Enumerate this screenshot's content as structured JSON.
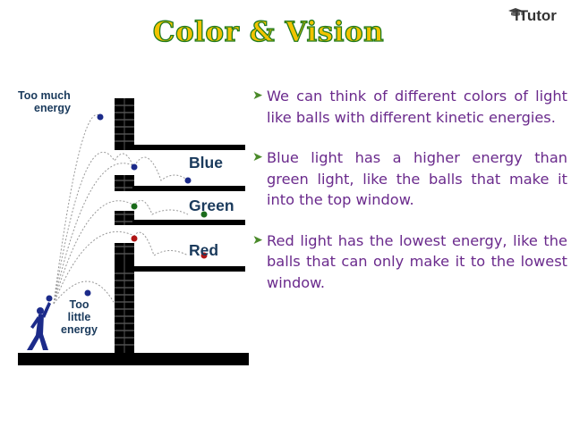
{
  "title": "Color & Vision",
  "logo": "iTutor",
  "diagram": {
    "too_much_line1": "Too much",
    "too_much_line2": "energy",
    "blue": "Blue",
    "green": "Green",
    "red": "Red",
    "too_little_line1": "Too",
    "too_little_line2": "little",
    "too_little_line3": "energy"
  },
  "bullets": [
    "We can think of different colors of light like balls with different kinetic energies.",
    "Blue light has a higher energy than green light, like the balls that make it into the top window.",
    "Red light has the lowest energy, like the balls that can only make it to the lowest window."
  ],
  "colors": {
    "ball_blue": "#1c2b8a",
    "ball_green": "#1a6b1a",
    "ball_red": "#b01515",
    "title_fill": "#f2c300",
    "title_outline": "#1e7a1e",
    "text": "#6a2a8c"
  },
  "icons": {
    "bullet": "arrow-bullet-icon",
    "logo": "graduation-cap-icon"
  }
}
